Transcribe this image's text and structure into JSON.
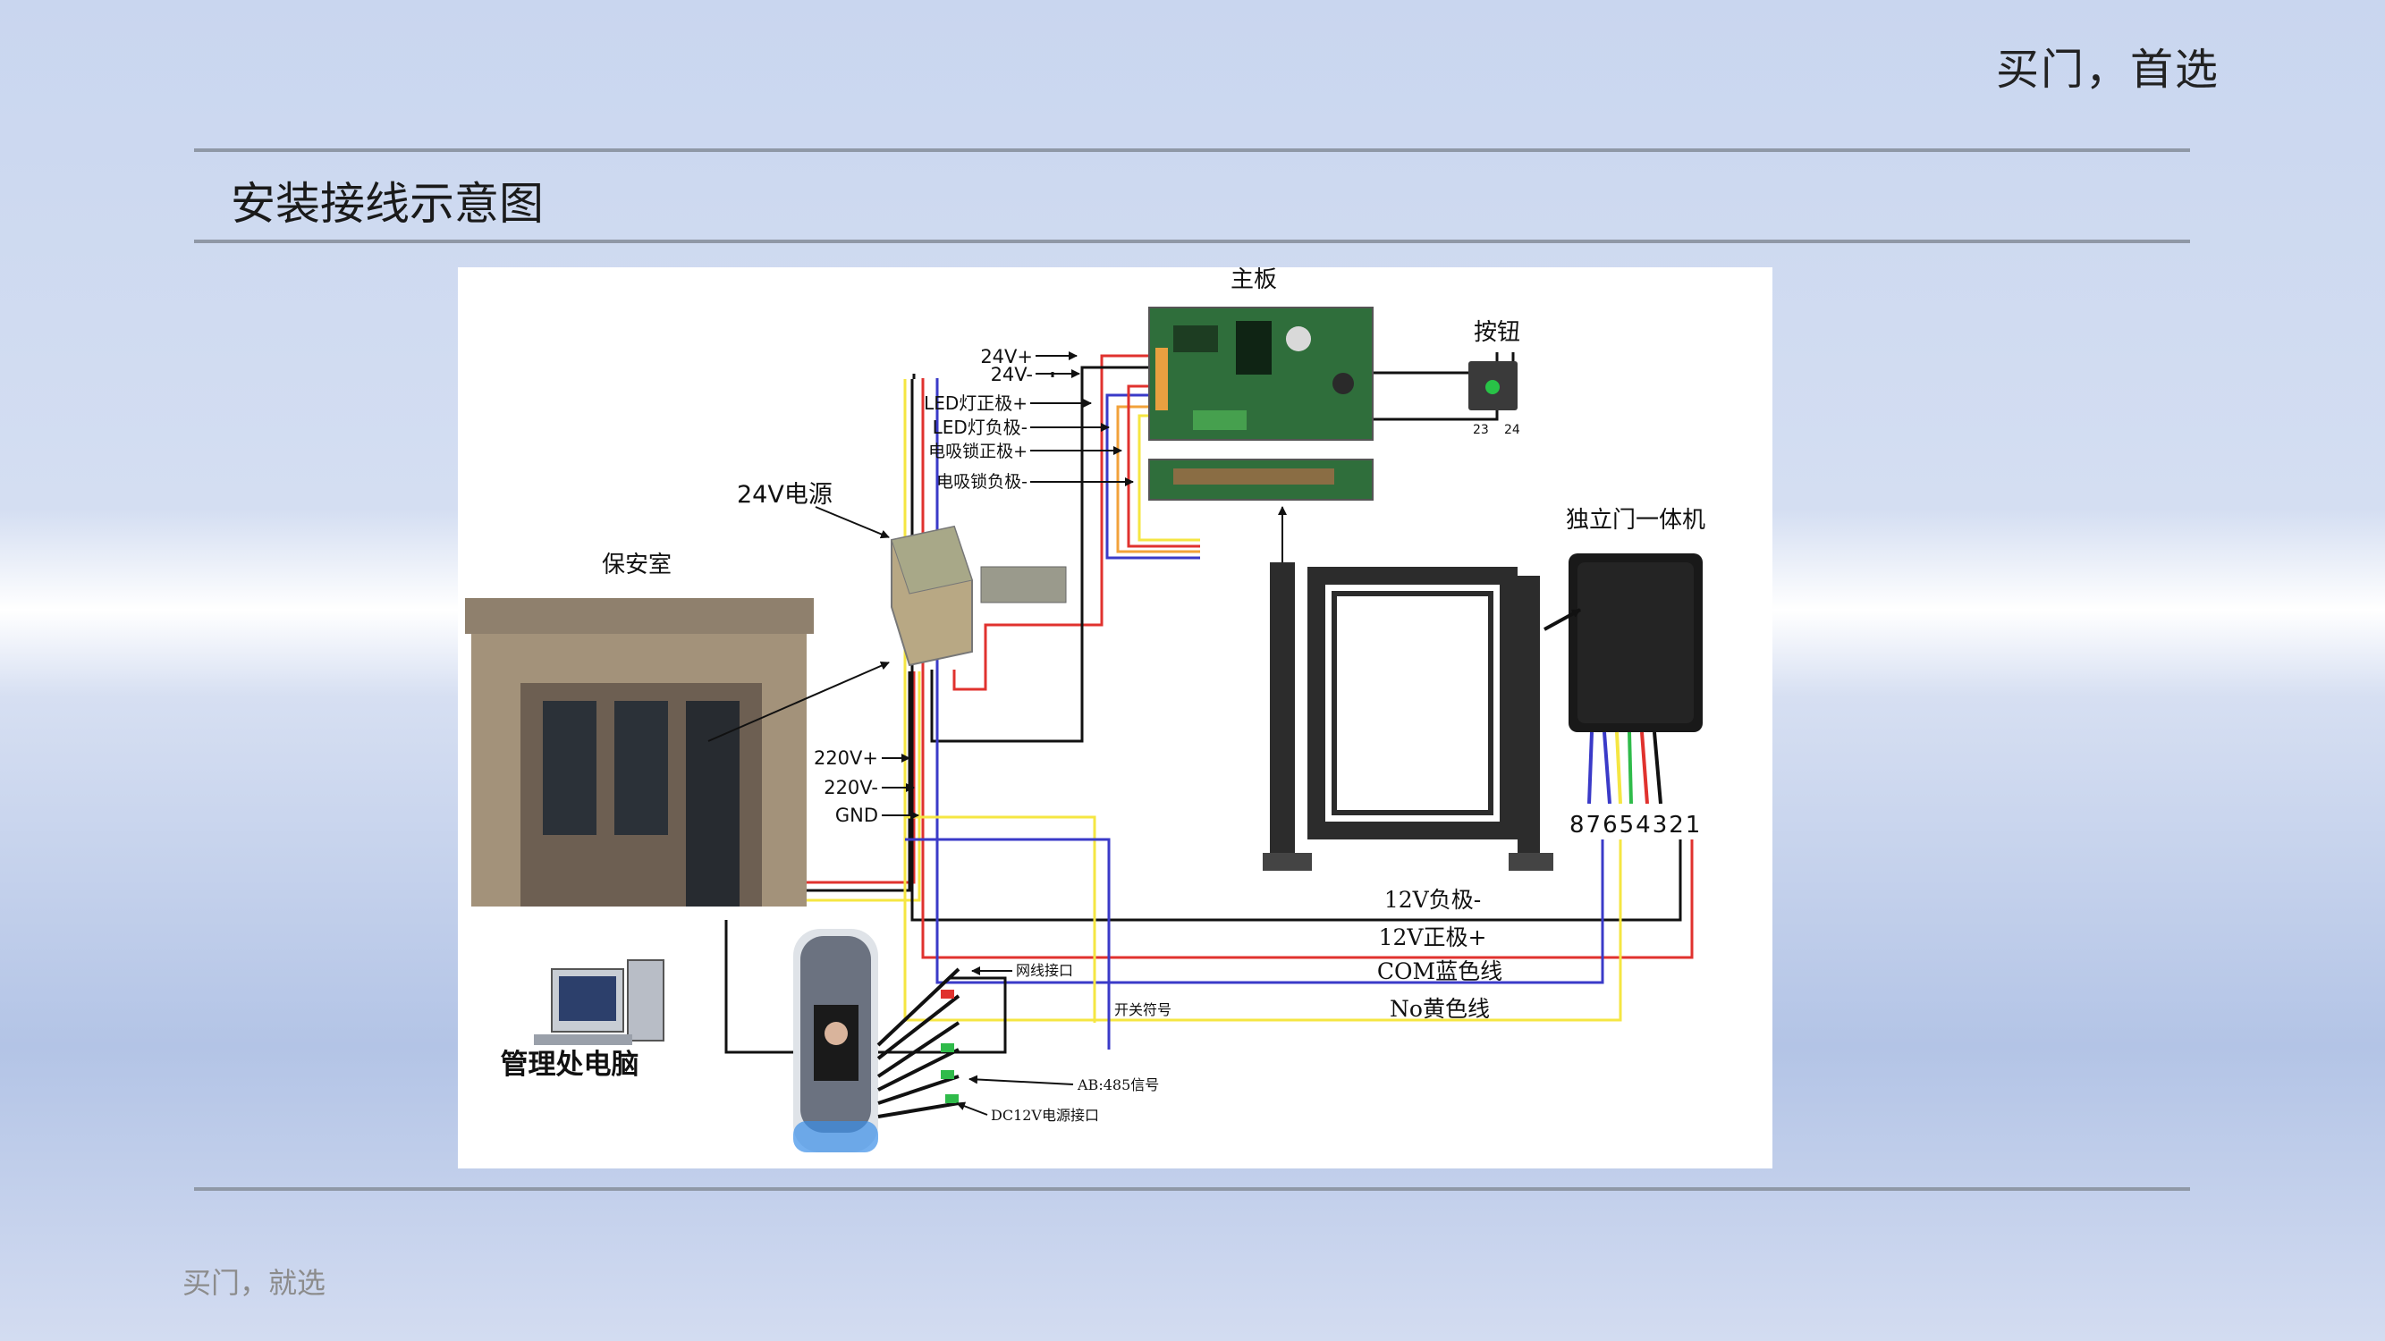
{
  "header": {
    "brand": "买门，首选"
  },
  "page_title": "安装接线示意图",
  "footer": {
    "text": "买门，就选"
  },
  "diagram": {
    "mainboard": "主板",
    "button": "按钮",
    "btn_pin_a": "23",
    "btn_pin_b": "24",
    "power_supply": "24V电源",
    "guardhouse": "保安室",
    "integrated_unit": "独立门一体机",
    "unit_pins": "87654321",
    "computer": "管理处电脑",
    "top_labels": [
      "24V+",
      "24V-",
      "LED灯正极+",
      "LED灯负极-",
      "电吸锁正极+",
      "电吸锁负极-"
    ],
    "mains_labels": [
      "220V+",
      "220V-",
      "GND"
    ],
    "bottom_labels": [
      "12V负极-",
      "12V正极+",
      "COM蓝色线",
      "No黄色线"
    ],
    "terminal_labels": {
      "net": "网线接口",
      "switch": "开关符号",
      "rs485": "AB:485信号",
      "dc12v": "DC12V电源接口"
    }
  },
  "colors": {
    "red": "#e0322e",
    "yellow": "#f5e642",
    "blue": "#3a3ac8",
    "black": "#111111",
    "orange": "#f2a23a",
    "rule": "#8f98a6"
  }
}
